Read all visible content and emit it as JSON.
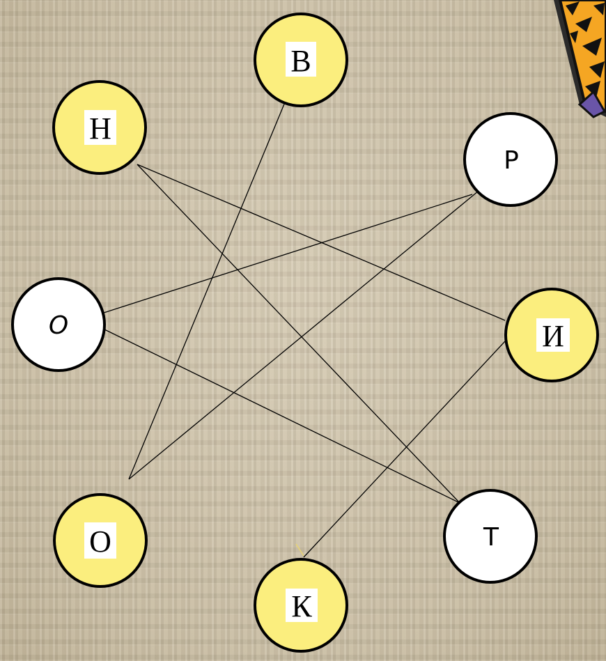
{
  "colors": {
    "yellow_node": "#fbee7e",
    "white_node": "#ffffff",
    "label_box": "#ffffff"
  },
  "nodes": {
    "v": {
      "letter": "В",
      "fill": "yellow"
    },
    "n": {
      "letter": "Н",
      "fill": "yellow"
    },
    "r": {
      "letter": "Р",
      "fill": "white"
    },
    "o_left": {
      "letter": "О",
      "fill": "white"
    },
    "i": {
      "letter": "И",
      "fill": "yellow"
    },
    "o_bottom": {
      "letter": "О",
      "fill": "yellow"
    },
    "t": {
      "letter": "Т",
      "fill": "white"
    },
    "k": {
      "letter": "К",
      "fill": "yellow"
    }
  },
  "decoration": {
    "icon": "tiger-pencil-icon"
  }
}
